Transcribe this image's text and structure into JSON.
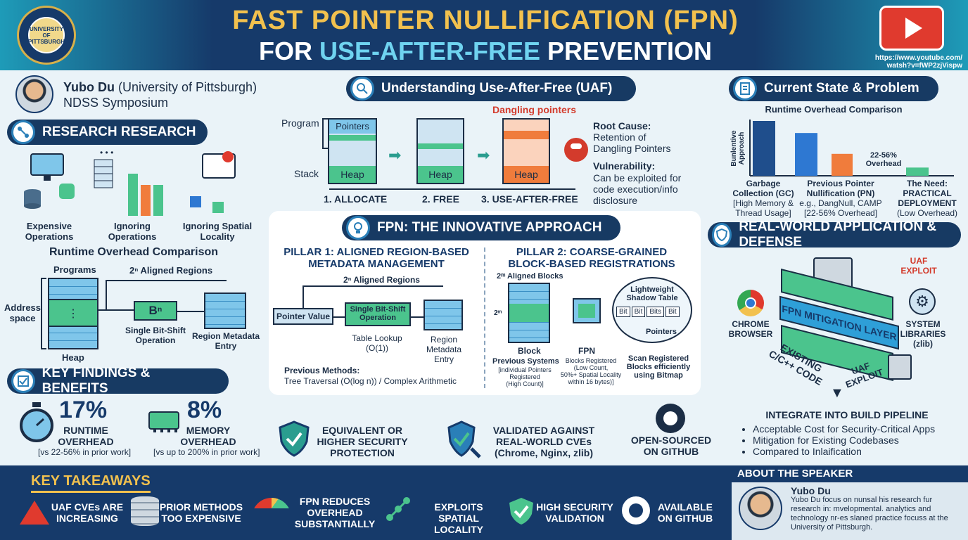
{
  "header": {
    "title_line1": "FAST POINTER NULLIFICATION (FPN)",
    "title_line2_prefix": "FOR ",
    "title_line2_accent": "USE-AFTER-FREE",
    "title_line2_suffix": " PREVENTION",
    "logo_text": "UNIVERSITY OF PITTSBURGH",
    "video_url": "https://www.youtube.com/\nwatsh?v=fWP2zjVispw"
  },
  "speaker": {
    "name": "Yubo Du",
    "affiliation": " (University of Pittsburgh)",
    "venue": "NDSS Symposium"
  },
  "research": {
    "heading": "RESEARCH RESEARCH",
    "items": [
      "Expensive\nOperations",
      "Ignoring\nOperations",
      "Ignoring Spatial\nLocality"
    ],
    "subheading": "Runtime Overhead Comparison",
    "programs": "Programs",
    "aligned": "2ⁿ Aligned Regions",
    "address_space": "Address\nspace",
    "heap": "Heap",
    "bn": "Bⁿ",
    "bitshift": "Single Bit-Shift\nOperation",
    "region": "Region Metadata\nEntry"
  },
  "uaf": {
    "heading": "Understanding Use-After-Free (UAF)",
    "program": "Program",
    "stack": "Stack",
    "pointers": "Pointers",
    "heap": "Heap",
    "dangling": "Dangling pointers",
    "steps": [
      "1. ALLOCATE",
      "2. FREE",
      "3. USE-AFTER-FREE"
    ],
    "root_title": "Root Cause:",
    "root_text": "Retention of\nDangling Pointers",
    "vuln_title": "Vulnerability:",
    "vuln_text": "Can be exploited for\ncode execution/info\ndisclosure"
  },
  "fpn": {
    "heading": "FPN: THE INNOVATIVE APPROACH",
    "p1_title": "PILLAR 1: ALIGNED REGION-BASED\nMETADATA MANAGEMENT",
    "p1_aligned": "2ⁿ Aligned Regions",
    "p1_pointer": "Pointer Value",
    "p1_shift": "Single Bit-Shift\nOperation",
    "p1_lookup": "Table Lookup\n(O(1))",
    "p1_region": "Region\nMetadata\nEntry",
    "p1_prev_title": "Previous Methods:",
    "p1_prev": "Tree Traversal (O(log n)) / Complex Arithmetic",
    "p2_title": "PILLAR 2: COARSE-GRAINED\nBLOCK-BASED REGISTRATIONS",
    "p2_aligned": "2ᵐ Aligned Blocks",
    "p2_2m": "2ᵐ",
    "p2_block": "Block",
    "p2_fpn": "FPN",
    "p2_prev_sys": "Previous Systems",
    "p2_prev_desc": "[individual Pointers\nRegistered\n(High Count)]",
    "p2_fpn_desc": "Blocks Registered\n(Low Count,\n50%+ Spatial Locality\nwithin 16 bytes)]",
    "p2_shadow": "Lightweight\nShadow Table",
    "p2_bits": [
      "Bit",
      "Bit",
      "Bits",
      "Bit"
    ],
    "p2_pointers": "Pointers",
    "p2_scan": "Scan Registered\nBlocks efficiently\nusing Bitmap"
  },
  "current": {
    "heading": "Current State & Problem",
    "chart_title": "Runtime Overhead Comparison",
    "y_label": "Bunlentive\nApproach",
    "overhead": "22-56%\nOverhead",
    "cats": [
      {
        "t": "Garbage\nCollection (GC)",
        "d": "[High Memory &\nThread Usage]"
      },
      {
        "t": "Previous Pointer\nNullification (PN)",
        "d": "e.g., DangNull, CAMP\n[22-56% Overhead]"
      },
      {
        "t": "The Need:\nPRACTICAL\nDEPLOYMENT",
        "d": "(Low Overhead)"
      }
    ]
  },
  "chart_data": {
    "type": "bar",
    "categories": [
      "Garbage Collection (GC)",
      "Previous Pointer Nullification (PN)",
      "",
      "The Need: PRACTICAL DEPLOYMENT"
    ],
    "values": [
      100,
      78,
      40,
      15
    ],
    "colors": [
      "#1f4e8c",
      "#2e78d2",
      "#f07c3c",
      "#4bc48d"
    ],
    "title": "Runtime Overhead Comparison"
  },
  "realworld": {
    "heading": "REAL-WORLD APPLICATION & DEFENSE",
    "uaf1": "UAF\nEXPLOIT",
    "uaf2": "UAF\nEXPLOIT",
    "layer": "FPN MITIGATION LAYER",
    "existing": "EXISTING\nC/C++ CODE",
    "chrome": "CHROME\nBROWSER",
    "syslib": "SYSTEM\nLIBRARIES\n(zlib)",
    "integrate": "INTEGRATE INTO BUILD PIPELINE",
    "bullets": [
      "Acceptable Cost for Security-Critical Apps",
      "Mitigation for Existing Codebases",
      "Compared to Inlaification"
    ]
  },
  "findings": {
    "heading": "KEY FINDINGS & BENEFITS",
    "runtime_pct": "17%",
    "runtime_lbl": "RUNTIME\nOVERHEAD",
    "runtime_sub": "[vs 22-56% in prior work]",
    "memory_pct": "8%",
    "memory_lbl": "MEMORY\nOVERHEAD",
    "memory_sub": "[vs up to 200% in prior work]",
    "equiv": "EQUIVALENT OR\nHIGHER SECURITY\nPROTECTION",
    "validated": "VALIDATED AGAINST\nREAL-WORLD CVEs\n(Chrome, Nginx, zlib)",
    "open": "OPEN-SOURCED\nON GITHUB"
  },
  "takeaways": {
    "heading": "KEY TAKEAWAYS",
    "items": [
      "UAF CVEs ARE\nINCREASING",
      "PRIOR METHODS\nTOO EXPENSIVE",
      "FPN REDUCES\nOVERHEAD\nSUBSTANTIALLY",
      "EXPLOITS SPATIAL\nLOCALITY",
      "HIGH SECURITY\nVALIDATION",
      "AVAILABLE\nON GITHUB"
    ]
  },
  "about": {
    "heading": "ABOUT THE SPEAKER",
    "name": "Yubo Du",
    "bio": "Yubo Du focus on nunsal his research fur research in: mvelopmental. analytics and technology nr-es slaned practice focuss at the University of Pittsburgh."
  }
}
